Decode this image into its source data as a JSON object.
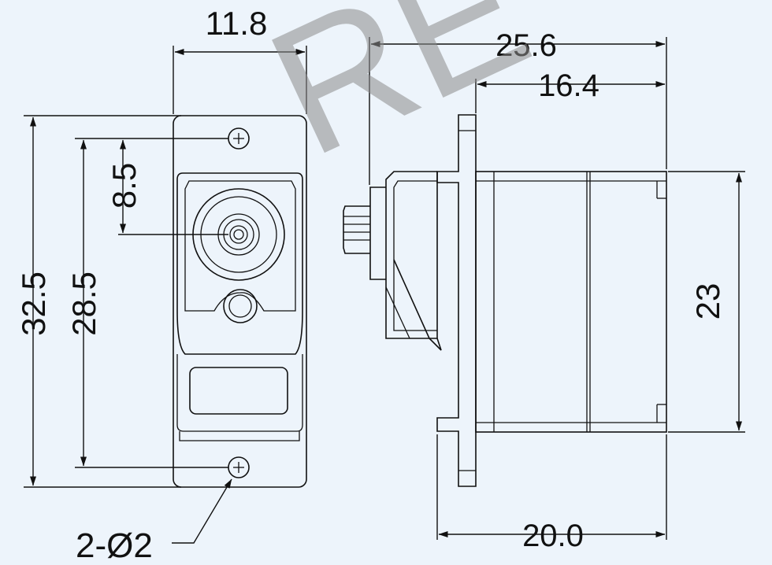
{
  "watermark": "RE",
  "colors": {
    "background": "#edf4fb",
    "line": "#111111",
    "watermark": "#8c8c8c"
  },
  "dimensions": {
    "front_width": "11.8",
    "front_height": "32.5",
    "hole_spacing": "28.5",
    "shaft_offset": "8.5",
    "side_total_length": "25.6",
    "side_body_length": "16.4",
    "side_height": "23",
    "side_bottom_length": "20.0",
    "hole_callout": "2-Ø2"
  }
}
